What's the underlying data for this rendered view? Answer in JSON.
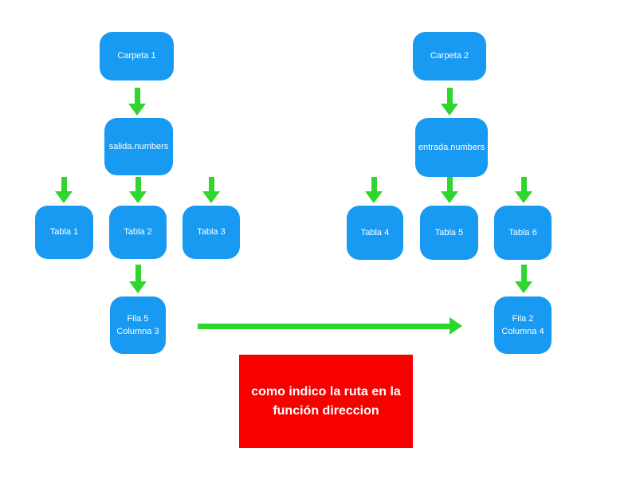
{
  "colors": {
    "node_blue": "#189af2",
    "arrow_green": "#2ed62e",
    "note_red": "#f70000",
    "node_text": "#ffffff"
  },
  "nodes": {
    "carpeta1": {
      "label": "Carpeta 1"
    },
    "salida": {
      "label": "salida.numbers"
    },
    "tabla1": {
      "label": "Tabla 1"
    },
    "tabla2": {
      "label": "Tabla 2"
    },
    "tabla3": {
      "label": "Tabla 3"
    },
    "fila5": {
      "label": "Fila 5\nColumna 3"
    },
    "carpeta2": {
      "label": "Carpeta 2"
    },
    "entrada": {
      "label": "entrada.numbers"
    },
    "tabla4": {
      "label": "Tabla 4"
    },
    "tabla5": {
      "label": "Tabla 5"
    },
    "tabla6": {
      "label": "Tabla 6"
    },
    "fila2": {
      "label": "Fila 2\nColumna 4"
    }
  },
  "note": {
    "text": "como indico la ruta en la\nfunción direccion"
  }
}
